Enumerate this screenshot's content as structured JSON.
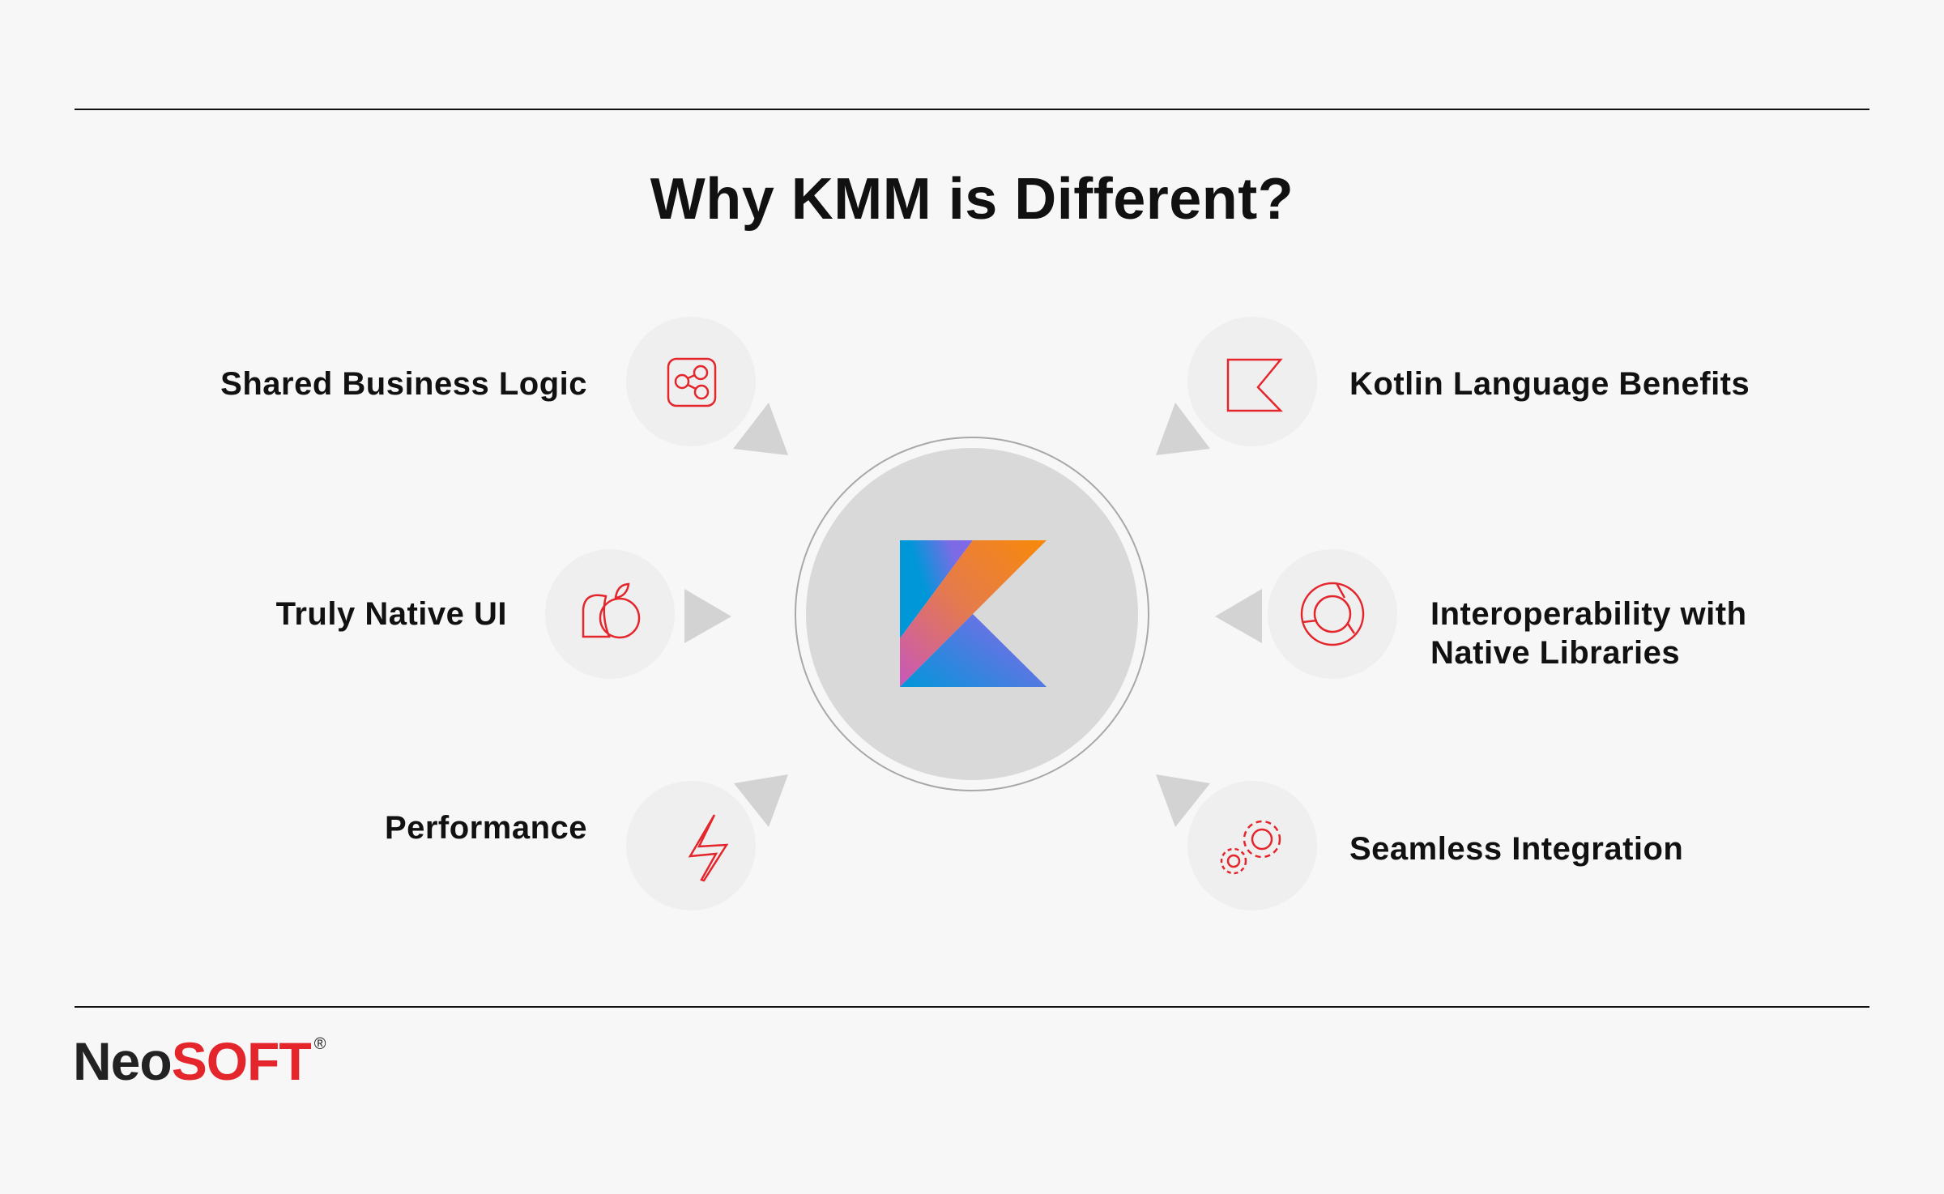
{
  "title": "Why KMM is Different?",
  "center_icon": "kotlin-logo",
  "features": [
    {
      "label": "Shared Business Logic",
      "icon": "share-nodes-icon"
    },
    {
      "label": "Truly Native UI",
      "icon": "apple-icon"
    },
    {
      "label": "Performance",
      "icon": "lightning-icon"
    },
    {
      "label": "Kotlin Language Benefits",
      "icon": "kotlin-k-icon"
    },
    {
      "label_line1": "Interoperability with",
      "label_line2": "Native Libraries",
      "icon": "cycle-arrows-icon"
    },
    {
      "label": "Seamless Integration",
      "icon": "gears-icon"
    }
  ],
  "brand": {
    "part1": "Neo",
    "part2": "SOFT",
    "mark": "®"
  },
  "colors": {
    "accent": "#e4262c",
    "background": "#f7f7f7",
    "bubble": "#efefef",
    "pointer": "#d3d3d3"
  }
}
